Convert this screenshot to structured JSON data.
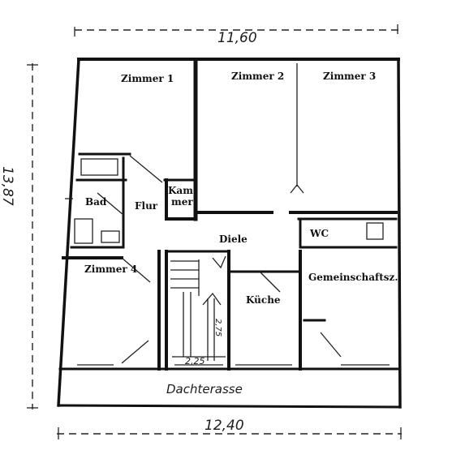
{
  "dimensions": {
    "top": "11,60",
    "left": "13,87",
    "bottom": "12,40",
    "stair_width": "2,25",
    "stair_height": "2,75"
  },
  "rooms": {
    "zimmer1": "Zimmer 1",
    "zimmer2": "Zimmer 2",
    "zimmer3": "Zimmer 3",
    "kammer_line1": "Kam",
    "kammer_line2": "mer",
    "bad": "Bad",
    "flur": "Flur",
    "wc": "WC",
    "diele": "Diele",
    "zimmer4": "Zimmer 4",
    "kueche": "Küche",
    "gemeinschaft": "Gemeinschaftsz.",
    "terrasse": "Dachterasse"
  }
}
